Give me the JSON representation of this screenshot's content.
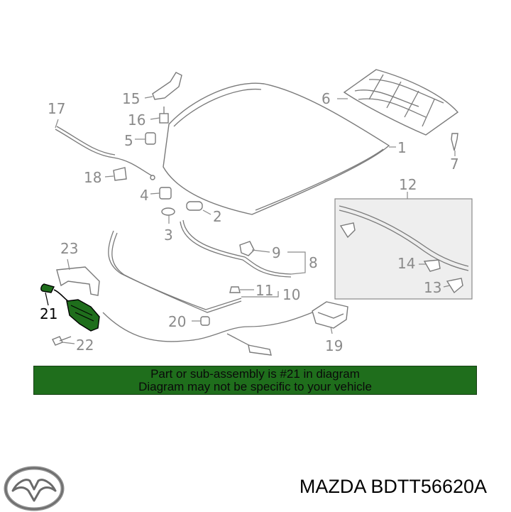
{
  "diagram": {
    "callouts": [
      {
        "id": "c1",
        "text": "1"
      },
      {
        "id": "c2",
        "text": "2"
      },
      {
        "id": "c3",
        "text": "3"
      },
      {
        "id": "c4",
        "text": "4"
      },
      {
        "id": "c5",
        "text": "5"
      },
      {
        "id": "c6",
        "text": "6"
      },
      {
        "id": "c7",
        "text": "7"
      },
      {
        "id": "c8",
        "text": "8"
      },
      {
        "id": "c9",
        "text": "9"
      },
      {
        "id": "c10",
        "text": "10"
      },
      {
        "id": "c11",
        "text": "11"
      },
      {
        "id": "c12",
        "text": "12"
      },
      {
        "id": "c13",
        "text": "13"
      },
      {
        "id": "c14",
        "text": "14"
      },
      {
        "id": "c15",
        "text": "15"
      },
      {
        "id": "c16",
        "text": "16"
      },
      {
        "id": "c17",
        "text": "17"
      },
      {
        "id": "c18",
        "text": "18"
      },
      {
        "id": "c19",
        "text": "19"
      },
      {
        "id": "c20",
        "text": "20"
      },
      {
        "id": "c21",
        "text": "21"
      },
      {
        "id": "c22",
        "text": "22"
      },
      {
        "id": "c23",
        "text": "23"
      }
    ],
    "highlight_color": "#1f6e1c"
  },
  "banner": {
    "line1": "Part or sub-assembly is #21 in diagram",
    "line2": "Diagram may not be specific to your vehicle",
    "background": "#1f6e1c"
  },
  "brand": {
    "logo_icon": "mazda-logo-icon",
    "part_number": "MAZDA BDTT56620A"
  }
}
